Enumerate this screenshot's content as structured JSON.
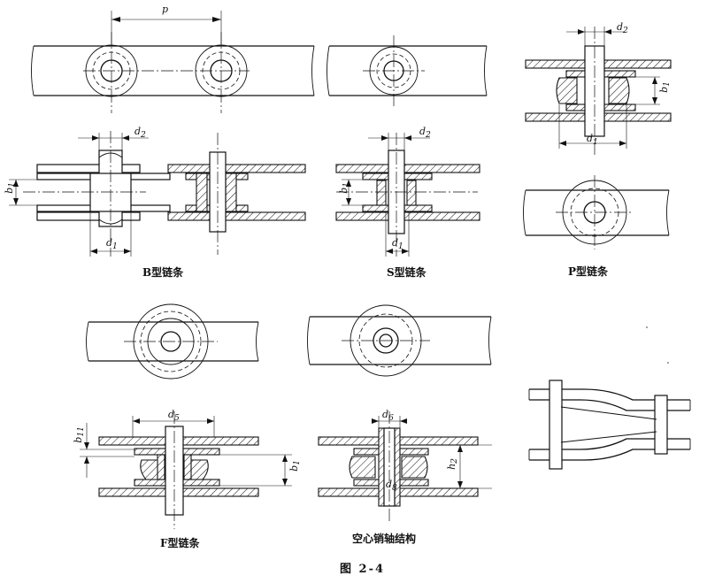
{
  "figure": {
    "caption": "图 2-4"
  },
  "types": {
    "b": "B型链条",
    "s": "S型链条",
    "p": "P型链条",
    "f": "F型链条",
    "hollow": "空心销轴结构"
  },
  "dimensions": {
    "pitch": "p",
    "pin_diameter": "d",
    "pin_subscript": "2",
    "roller_diameter": "d",
    "roller_subscript": "1",
    "inner_width": "b",
    "inner_width_subscript": "1",
    "flange_diameter": "d",
    "flange_subscript": "5",
    "hollow_outer": "d",
    "hollow_outer_subscript": "6",
    "hollow_inner": "d",
    "hollow_inner_subscript": "8",
    "flange_thickness": "b",
    "flange_thickness_subscript": "11",
    "plate_height": "h",
    "plate_height_subscript": "2"
  }
}
